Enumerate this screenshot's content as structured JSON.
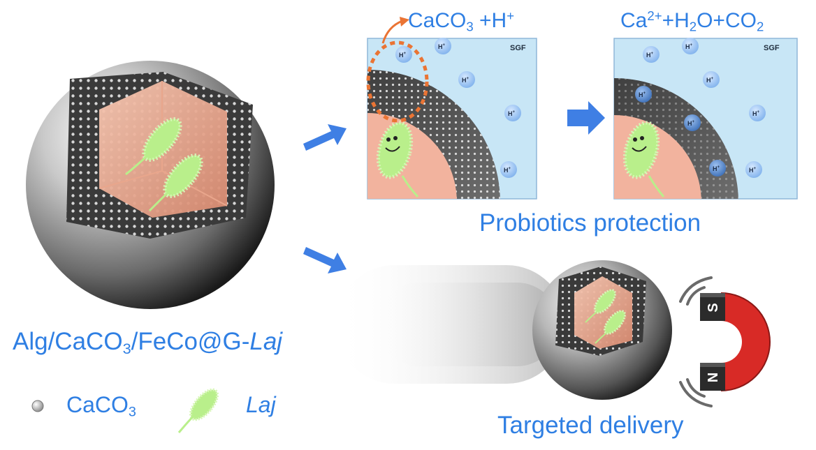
{
  "reaction": {
    "reactants": {
      "a": "CaCO",
      "a_sub": "3",
      "b": " +H",
      "b_sup": "+"
    },
    "products": {
      "a": "Ca",
      "a_sup": "2+",
      "b": "+H",
      "b_sub": "2",
      "c": "O+CO",
      "c_sub": "2"
    }
  },
  "panel": {
    "sgf_label": "SGF",
    "ion_label": "H",
    "ion_sup": "+",
    "title": "Probiotics protection"
  },
  "composite": {
    "p1": "Alg/CaCO",
    "p1_sub": "3",
    "p2": "/FeCo@G-",
    "p3": "Laj"
  },
  "legend": {
    "caco3": "CaCO",
    "caco3_sub": "3",
    "laj": "Laj"
  },
  "delivery": {
    "title": "Targeted delivery"
  },
  "magnet": {
    "s_label": "S",
    "n_label": "N"
  },
  "colors": {
    "text_blue": "#2f7fe3",
    "arrow_blue": "#3f7fe4",
    "fluid": "#c8e6f6",
    "core": "#f2b39e",
    "dash_orange": "#ea7434",
    "magnet_red": "#d82a26"
  }
}
